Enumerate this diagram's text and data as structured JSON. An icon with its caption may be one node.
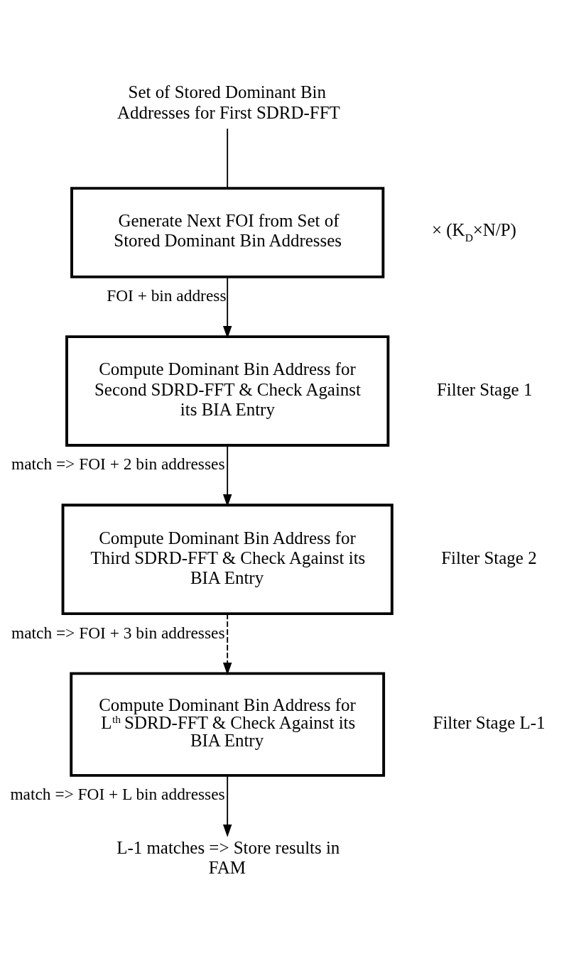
{
  "diagram": {
    "nodes": [
      {
        "text": [
          "Set of Stored Dominant Bin Addresses for First SDRD-FFT"
        ]
      },
      {
        "text": [
          "Generate Next FOI from Set of Stored Dominant Bin Addresses"
        ],
        "beside": [
          "× (K$_{D}$×N/P)"
        ]
      },
      {
        "text": [
          "Compute Dominant Bin Address for Second SDRD-FFT & Check Against its BIA Entry"
        ],
        "beside": [
          "Filter Stage 1"
        ]
      },
      {
        "text": [
          "Compute Dominant Bin Address for Third SDRD-FFT & Check Against its BIA Entry"
        ],
        "beside": [
          "Filter Stage 2"
        ]
      },
      {
        "text": [
          "Compute Dominant Bin Address for L$^{th}$ SDRD-FFT & Check Against its BIA Entry"
        ],
        "beside": [
          "Filter Stage L-1"
        ]
      },
      {
        "text": [
          "L-1 matches => Store results in FAM"
        ]
      }
    ],
    "edges": [
      {
        "from": 0,
        "to": 1,
        "arrow": "none"
      },
      {
        "from": 1,
        "to": 2,
        "arrow": "to",
        "label": "FOI + bin address"
      },
      {
        "from": 2,
        "to": 3,
        "arrow": "to",
        "label": "match => FOI + 2 bin addresses"
      },
      {
        "from": 3,
        "to": 4,
        "arrow": "to",
        "label": "match => FOI + 3 bin addresses",
        "style": "dashed"
      },
      {
        "from": 4,
        "to": 5,
        "arrow": "to",
        "label": "match => FOI + L bin addresses"
      }
    ]
  }
}
